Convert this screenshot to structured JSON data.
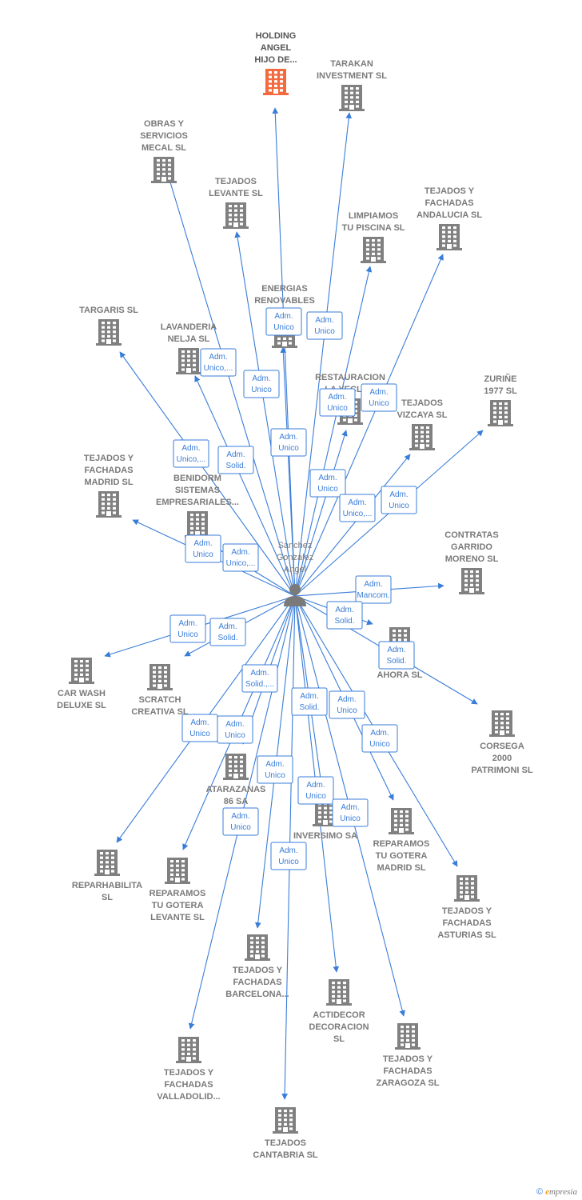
{
  "colors": {
    "edge": "#3a7dd8",
    "building": "#808080",
    "highlight_building": "#f26a3d",
    "person": "#7a7a7a"
  },
  "person": {
    "name_lines": [
      "Sanchez",
      "Gonzalez",
      "Angel"
    ],
    "icon": "person-icon"
  },
  "companies": [
    {
      "id": "holding",
      "lines": [
        "HOLDING",
        "ANGEL",
        "HIJO DE..."
      ],
      "highlight": true
    },
    {
      "id": "tarakan",
      "lines": [
        "TARAKAN",
        "INVESTMENT SL"
      ]
    },
    {
      "id": "obras",
      "lines": [
        "OBRAS Y",
        "SERVICIOS",
        "MECAL SL"
      ]
    },
    {
      "id": "tejados_levante",
      "lines": [
        "TEJADOS",
        "LEVANTE  SL"
      ]
    },
    {
      "id": "tejados_andalucia",
      "lines": [
        "TEJADOS Y",
        "FACHADAS",
        "ANDALUCIA  SL"
      ]
    },
    {
      "id": "limpiamos",
      "lines": [
        "LIMPIAMOS",
        "TU PISCINA  SL"
      ]
    },
    {
      "id": "energias",
      "lines": [
        "ENERGIAS",
        "RENOVABLES",
        "DE..."
      ]
    },
    {
      "id": "targaris",
      "lines": [
        "TARGARIS  SL"
      ]
    },
    {
      "id": "lavanderia",
      "lines": [
        "LAVANDERIA",
        "NELJA SL"
      ]
    },
    {
      "id": "restauracion",
      "lines": [
        "RESTAURACION",
        "LA YECLA..."
      ]
    },
    {
      "id": "zurine",
      "lines": [
        "ZURIÑE",
        "1977  SL"
      ]
    },
    {
      "id": "tejados_vizcaya",
      "lines": [
        "TEJADOS",
        "VIZCAYA  SL"
      ]
    },
    {
      "id": "tejados_madrid",
      "lines": [
        "TEJADOS Y",
        "FACHADAS",
        "MADRID  SL"
      ]
    },
    {
      "id": "benidorm",
      "lines": [
        "BENIDORM",
        "SISTEMAS",
        "EMPRESARIALES..."
      ]
    },
    {
      "id": "contratas",
      "lines": [
        "CONTRATAS",
        "GARRIDO",
        "MORENO SL"
      ]
    },
    {
      "id": "ahora",
      "lines": [
        "...E",
        "AHORA  SL"
      ]
    },
    {
      "id": "car_wash",
      "lines": [
        "CAR WASH",
        "DELUXE SL"
      ]
    },
    {
      "id": "scratch",
      "lines": [
        "SCRATCH",
        "CREATIVA SL"
      ]
    },
    {
      "id": "corsega",
      "lines": [
        "CORSEGA",
        "2000",
        "PATRIMONI  SL"
      ]
    },
    {
      "id": "atarazanas",
      "lines": [
        "ATARAZANAS",
        "86 SA"
      ]
    },
    {
      "id": "inversimo",
      "lines": [
        "INVERSIMO SA"
      ]
    },
    {
      "id": "reparamos_madrid",
      "lines": [
        "REPARAMOS",
        "TU GOTERA",
        "MADRID  SL"
      ]
    },
    {
      "id": "reparhabilita",
      "lines": [
        "REPARHABILITA",
        "SL"
      ]
    },
    {
      "id": "reparamos_levante",
      "lines": [
        "REPARAMOS",
        "TU GOTERA",
        "LEVANTE  SL"
      ]
    },
    {
      "id": "tejados_asturias",
      "lines": [
        "TEJADOS Y",
        "FACHADAS",
        "ASTURIAS  SL"
      ]
    },
    {
      "id": "tejados_barcelona",
      "lines": [
        "TEJADOS Y",
        "FACHADAS",
        "BARCELONA..."
      ]
    },
    {
      "id": "actidecor",
      "lines": [
        "ACTIDECOR",
        "DECORACION",
        "SL"
      ]
    },
    {
      "id": "tejados_zaragoza",
      "lines": [
        "TEJADOS Y",
        "FACHADAS",
        "ZARAGOZA  SL"
      ]
    },
    {
      "id": "tejados_valladolid",
      "lines": [
        "TEJADOS Y",
        "FACHADAS",
        "VALLADOLID..."
      ]
    },
    {
      "id": "tejados_cantabria",
      "lines": [
        "TEJADOS",
        "CANTABRIA  SL"
      ]
    }
  ],
  "relations": [
    {
      "id": "r_holding",
      "target": "holding",
      "lines": [
        "Adm.",
        "Unico"
      ]
    },
    {
      "id": "r_tarakan",
      "target": "tarakan",
      "lines": [
        "Adm.",
        "Unico"
      ]
    },
    {
      "id": "r_obras",
      "target": "obras",
      "lines": [
        "Adm.",
        "Unico,..."
      ]
    },
    {
      "id": "r_tejados_levante",
      "target": "tejados_levante",
      "lines": [
        "Adm.",
        "Unico"
      ]
    },
    {
      "id": "r_energias",
      "target": "energias",
      "lines": [
        "Adm.",
        "Unico"
      ]
    },
    {
      "id": "r_limpiamos",
      "target": "limpiamos",
      "lines": [
        "Adm.",
        "Unico"
      ]
    },
    {
      "id": "r_tejados_andalucia",
      "target": "tejados_andalucia",
      "lines": [
        "Adm.",
        "Unico"
      ]
    },
    {
      "id": "r_targaris",
      "target": "targaris",
      "lines": [
        "Adm.",
        "Unico,..."
      ]
    },
    {
      "id": "r_lavanderia",
      "target": "lavanderia",
      "lines": [
        "Adm.",
        "Solid."
      ]
    },
    {
      "id": "r_restauracion",
      "target": "restauracion",
      "lines": [
        "Adm.",
        "Unico"
      ]
    },
    {
      "id": "r_tejados_vizcaya",
      "target": "tejados_vizcaya",
      "lines": [
        "Adm.",
        "Unico,..."
      ]
    },
    {
      "id": "r_zurine",
      "target": "zurine",
      "lines": [
        "Adm.",
        "Unico"
      ]
    },
    {
      "id": "r_tejados_madrid",
      "target": "tejados_madrid",
      "lines": [
        "Adm.",
        "Unico"
      ]
    },
    {
      "id": "r_benidorm",
      "target": "benidorm",
      "lines": [
        "Adm.",
        "Unico,..."
      ]
    },
    {
      "id": "r_contratas",
      "target": "contratas",
      "lines": [
        "Adm.",
        "Mancom."
      ]
    },
    {
      "id": "r_ahora_1",
      "target": "ahora",
      "lines": [
        "Adm.",
        "Solid."
      ]
    },
    {
      "id": "r_corsega",
      "target": "corsega",
      "lines": [
        "Adm.",
        "Solid."
      ]
    },
    {
      "id": "r_car_wash",
      "target": "car_wash",
      "lines": [
        "Adm.",
        "Unico"
      ]
    },
    {
      "id": "r_scratch",
      "target": "scratch",
      "lines": [
        "Adm.",
        "Solid."
      ]
    },
    {
      "id": "r_atarazanas",
      "target": "atarazanas",
      "lines": [
        "Adm.",
        "Solid.,..."
      ]
    },
    {
      "id": "r_reparhabilita",
      "target": "reparhabilita",
      "lines": [
        "Adm.",
        "Unico"
      ]
    },
    {
      "id": "r_reparamos_levante",
      "target": "reparamos_levante",
      "lines": [
        "Adm.",
        "Unico"
      ]
    },
    {
      "id": "r_inversimo",
      "target": "inversimo",
      "lines": [
        "Adm.",
        "Solid."
      ]
    },
    {
      "id": "r_reparamos_madrid",
      "target": "reparamos_madrid",
      "lines": [
        "Adm.",
        "Unico"
      ]
    },
    {
      "id": "r_tejados_asturias",
      "target": "tejados_asturias",
      "lines": [
        "Adm.",
        "Unico"
      ]
    },
    {
      "id": "r_tejados_barcelona",
      "target": "tejados_barcelona",
      "lines": [
        "Adm.",
        "Unico"
      ]
    },
    {
      "id": "r_actidecor",
      "target": "actidecor",
      "lines": [
        "Adm.",
        "Unico"
      ]
    },
    {
      "id": "r_tejados_zaragoza",
      "target": "tejados_zaragoza",
      "lines": [
        "Adm.",
        "Unico"
      ]
    },
    {
      "id": "r_tejados_valladolid",
      "target": "tejados_valladolid",
      "lines": [
        "Adm.",
        "Unico"
      ]
    },
    {
      "id": "r_tejados_cantabria",
      "target": "tejados_cantabria",
      "lines": [
        "Adm.",
        "Unico"
      ]
    }
  ],
  "footer": {
    "copyright": "©",
    "brand_initial": "e",
    "brand_rest": "mpresia"
  }
}
